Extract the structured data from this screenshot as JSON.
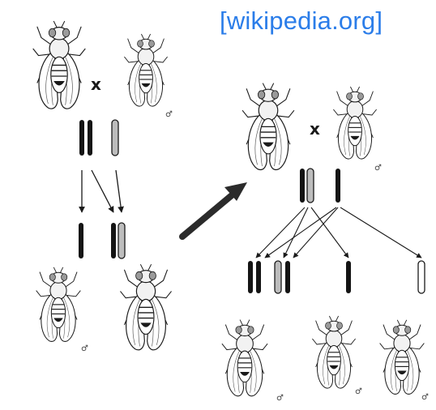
{
  "source_credit": "[wikipedia.org]",
  "cross_symbol": "x",
  "colors": {
    "ink": "#1a1a1a",
    "body_fill": "#f2f2f2",
    "chromosome_dark": "#141414",
    "chromosome_light": "#bdbdbd",
    "link": "#2b7de9"
  },
  "icons": [
    "fly",
    "male-symbol",
    "chromosome",
    "arrow"
  ]
}
